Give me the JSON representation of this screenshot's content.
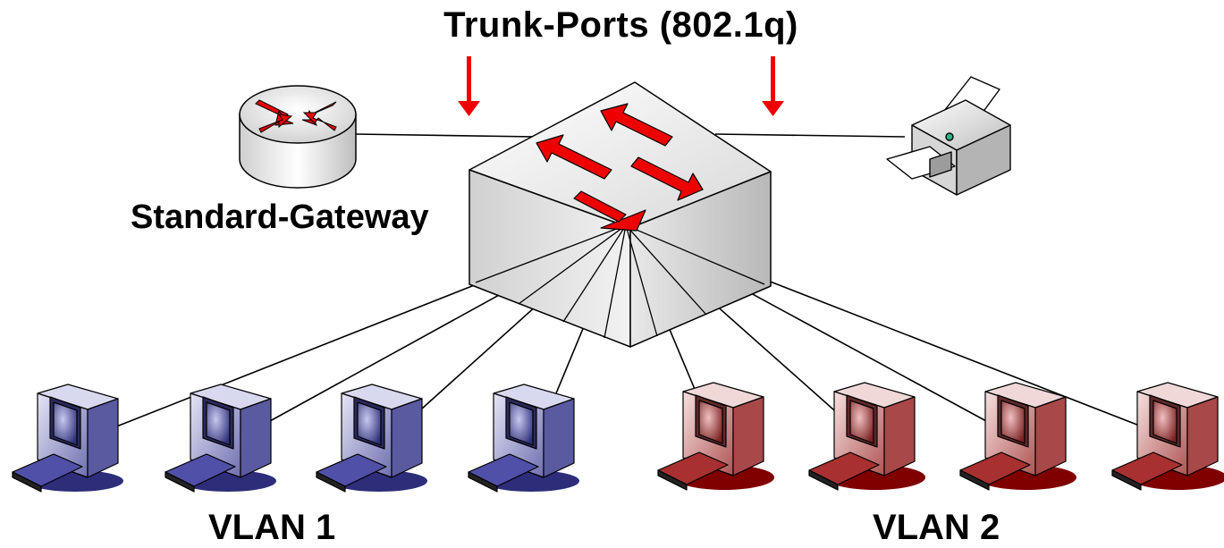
{
  "diagram": {
    "title": "Trunk-Ports (802.1q)",
    "gateway_label": "Standard-Gateway",
    "vlan1_label": "VLAN 1",
    "vlan2_label": "VLAN 2",
    "colors": {
      "arrow": "#ee0000",
      "link": "#000000",
      "vlan1_pc": "#5a5aa0",
      "vlan1_shadow": "#2d2d7a",
      "vlan2_pc": "#a84848",
      "vlan2_shadow": "#800000",
      "switch_top": "#e6e6e6",
      "switch_side": "#c4c4c4"
    },
    "nodes": {
      "router": "router-icon",
      "switch": "switch-icon",
      "printer": "printer-icon",
      "vlan1_hosts": [
        "pc-icon",
        "pc-icon",
        "pc-icon",
        "pc-icon"
      ],
      "vlan2_hosts": [
        "pc-icon",
        "pc-icon",
        "pc-icon",
        "pc-icon"
      ]
    }
  }
}
